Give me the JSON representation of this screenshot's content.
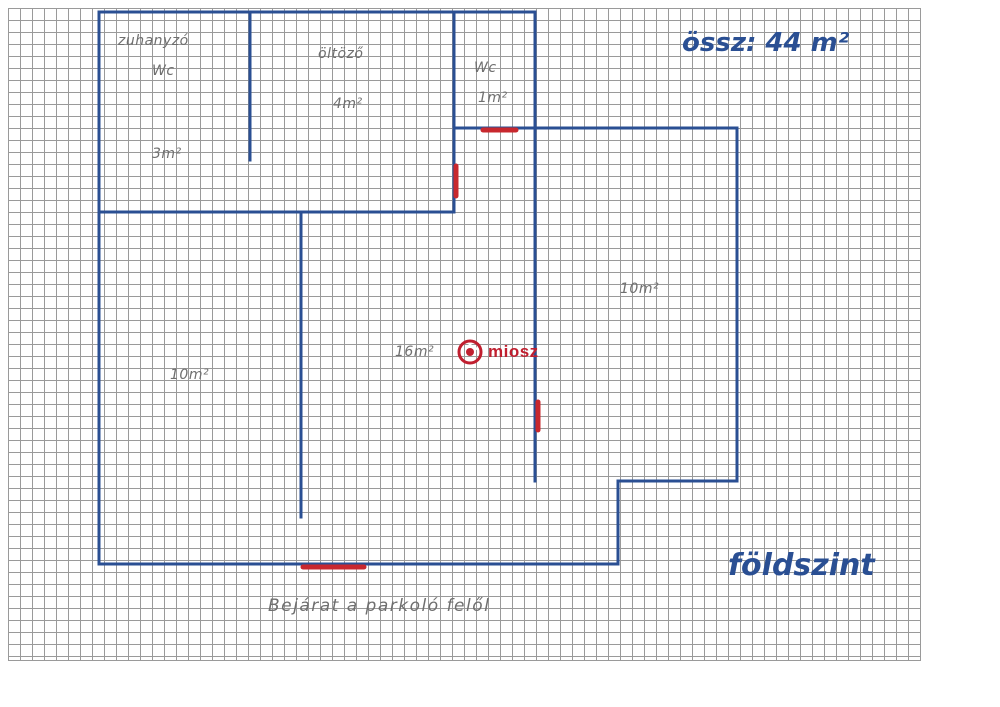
{
  "labels": {
    "total_area": "össz: 44 m²",
    "level": "földszint",
    "entrance": "Bejárat a parkoló felől"
  },
  "rooms": {
    "storage": {
      "name": "zuhanyzó",
      "name2": "Wc",
      "area": "3m²"
    },
    "changing": {
      "name": "öltöző",
      "area": "4m²"
    },
    "wc": {
      "name": "Wc",
      "area": "1m²"
    },
    "right_room": {
      "area": "10m²"
    },
    "main_hall": {
      "area": "16m²"
    },
    "left_room": {
      "area": "10m²"
    }
  },
  "watermark": {
    "text": "miosz"
  },
  "colors": {
    "wall": "#2a4f93",
    "door": "#c8282e",
    "grid": "#9a9a9a",
    "pencil": "#6f6f6f"
  }
}
